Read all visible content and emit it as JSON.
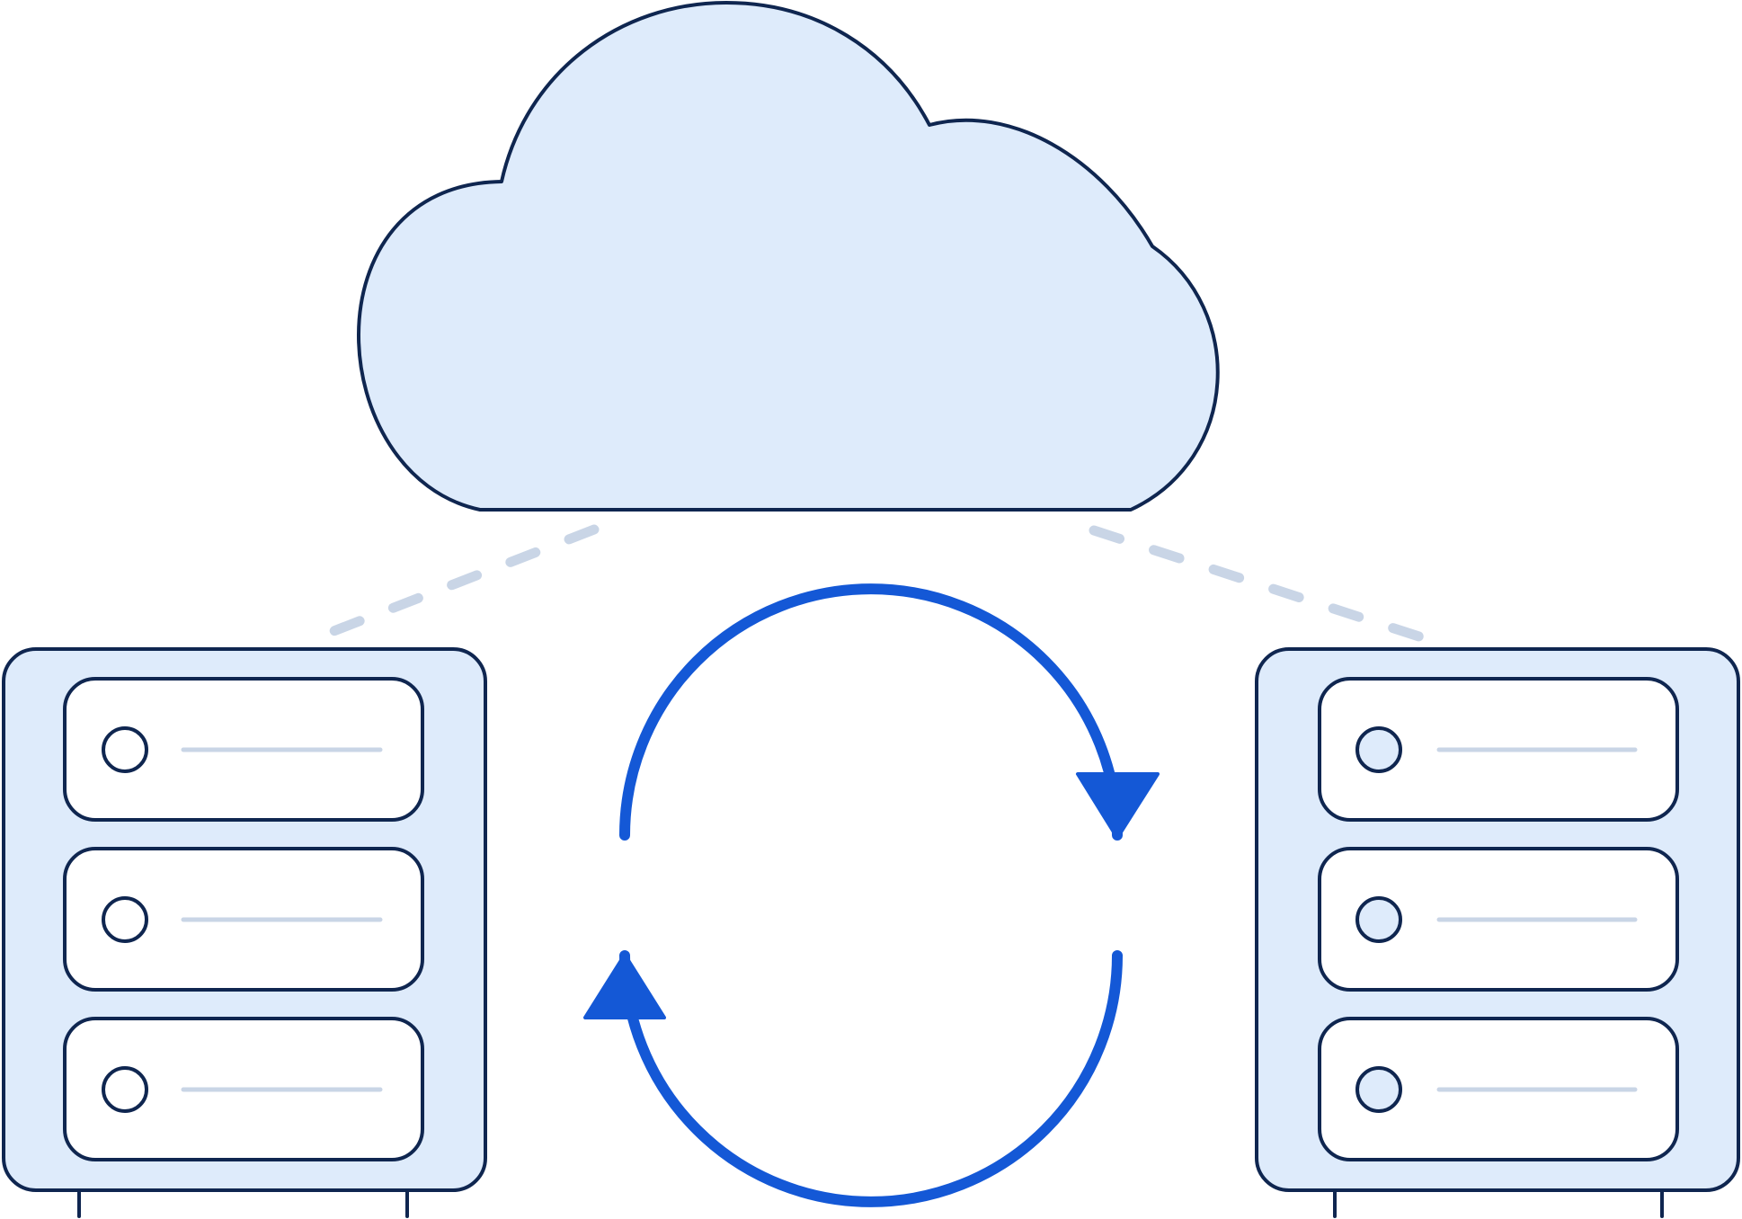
{
  "diagram": {
    "type": "cloud-sync-illustration",
    "colors": {
      "background": "#ffffff",
      "outline": "#0f2650",
      "fill_light": "#deebfb",
      "unit_fill": "#ffffff",
      "accent": "#1458d6",
      "connector": "#c9d5e6",
      "indicator_line": "#c9d5e6"
    },
    "cloud": {
      "icon": "cloud-icon"
    },
    "servers": [
      {
        "id": "server-left",
        "icon": "server-rack-icon",
        "units": 3,
        "unit_indicator_fill": "#ffffff"
      },
      {
        "id": "server-right",
        "icon": "server-rack-icon",
        "units": 3,
        "unit_indicator_fill": "#deebfb"
      }
    ],
    "connectors": [
      {
        "from": "cloud",
        "to": "server-left",
        "style": "dashed"
      },
      {
        "from": "cloud",
        "to": "server-right",
        "style": "dashed"
      }
    ],
    "sync_cycle": {
      "icon": "sync-arrows-icon",
      "direction": "clockwise",
      "arrows": 2
    }
  }
}
